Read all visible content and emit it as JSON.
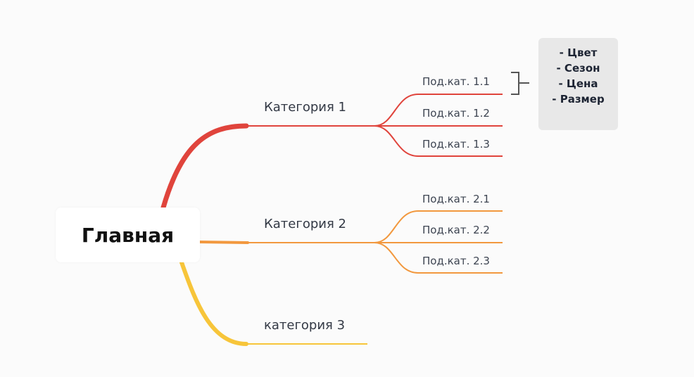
{
  "root": {
    "label": "Главная"
  },
  "categories": [
    {
      "label": "Категория 1",
      "color": "#e0443c",
      "subcategories": [
        "Под.кат. 1.1",
        "Под.кат. 1.2",
        "Под.кат. 1.3"
      ]
    },
    {
      "label": "Категория 2",
      "color": "#f2983e",
      "subcategories": [
        "Под.кат. 2.1",
        "Под.кат. 2.2",
        "Под.кат. 2.3"
      ]
    },
    {
      "label": "категория 3",
      "color": "#f7c53a",
      "subcategories": []
    }
  ],
  "note": {
    "lines": [
      "- Цвет",
      "- Сезон",
      "- Цена",
      "- Размер"
    ],
    "background": "#e8e8e8",
    "bracket_color": "#555555"
  }
}
